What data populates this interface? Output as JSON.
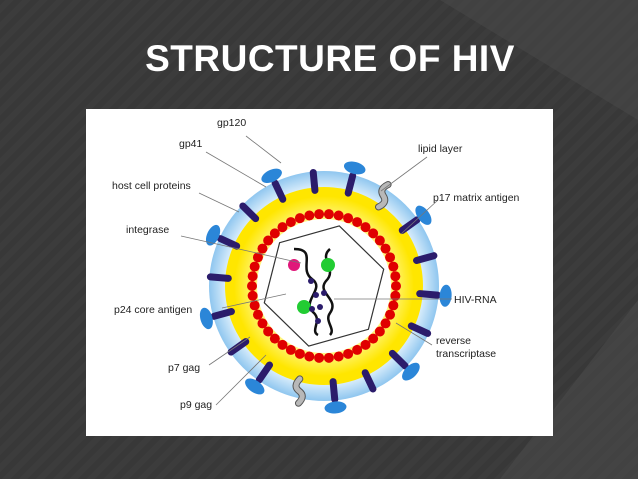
{
  "slide": {
    "title": "STRUCTURE OF HIV"
  },
  "diagram": {
    "labels": {
      "gp120": "gp120",
      "gp41": "gp41",
      "host_cell_proteins": "host cell proteins",
      "integrase": "integrase",
      "p24_core_antigen": "p24 core antigen",
      "p7_gag": "p7 gag",
      "p9_gag": "p9 gag",
      "lipid_layer": "lipid layer",
      "p17_matrix_antigen": "p17 matrix antigen",
      "hiv_rna": "HIV-RNA",
      "reverse_transcriptase_1": "reverse",
      "reverse_transcriptase_2": "transcriptase"
    },
    "colors": {
      "outer_halo": "#a9d4f3",
      "yellow_layer": "#ffe600",
      "matrix_beads": "#e00000",
      "spike_stem": "#2b1c6b",
      "spike_cap": "#2b86d8",
      "host_protein": "#b8b8b8",
      "rna": "#111111",
      "integrase": "#e0187a",
      "p7_protein": "#22cc33",
      "rt_dot": "#2b1c6b"
    }
  }
}
